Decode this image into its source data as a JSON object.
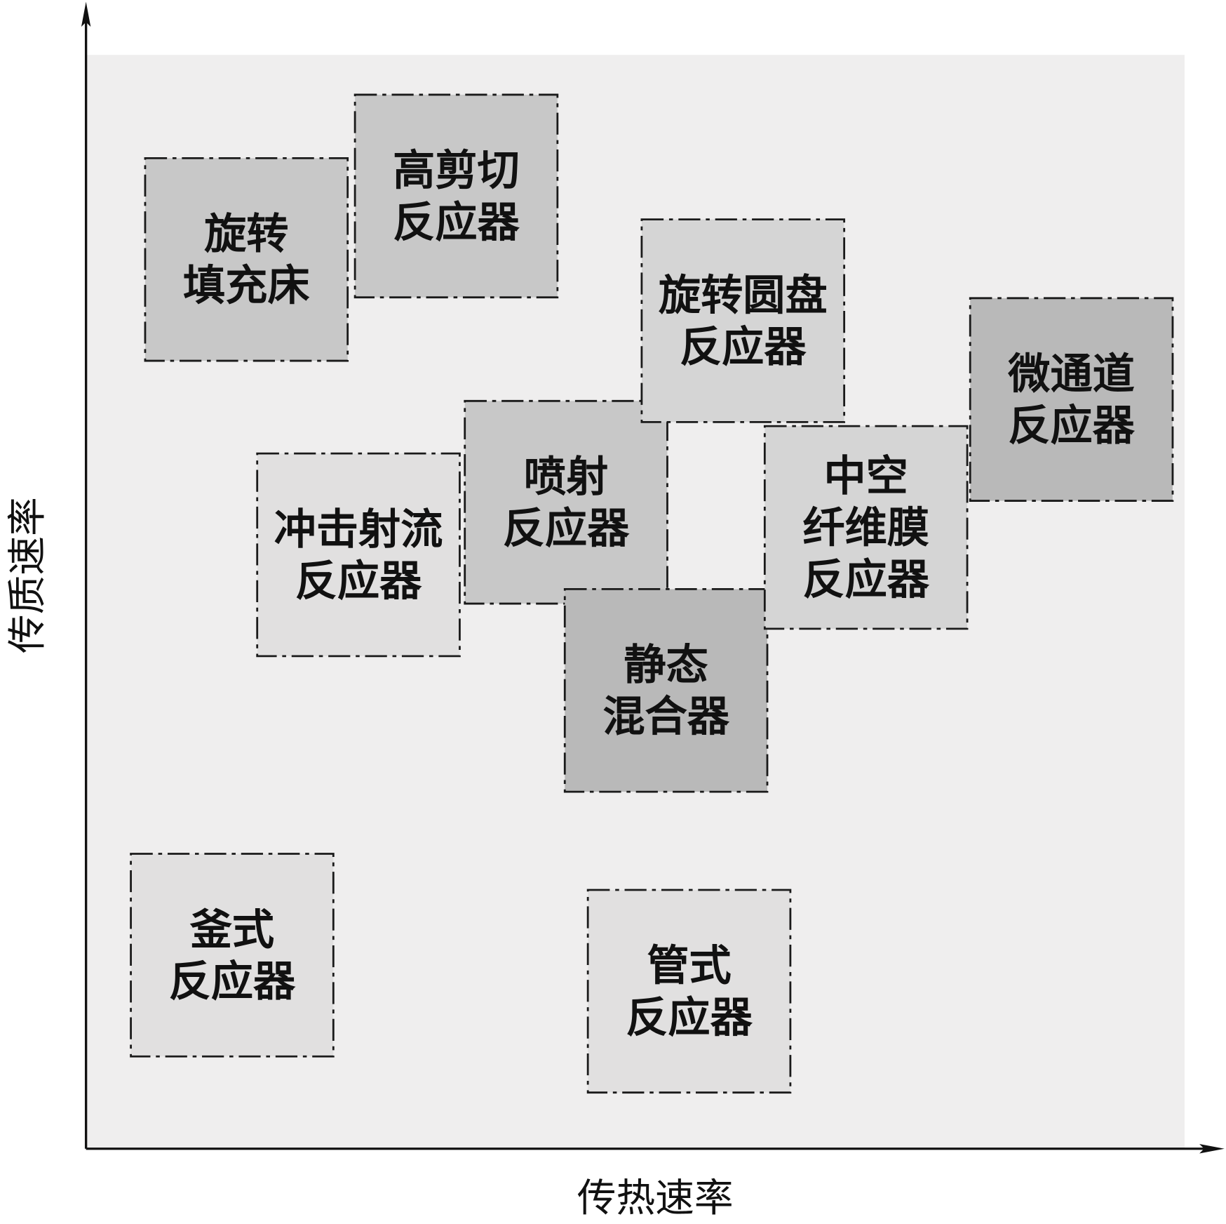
{
  "chart_data": {
    "type": "scatter",
    "title": "",
    "xlabel": "传热速率",
    "ylabel": "传质速率",
    "xlim": [
      0,
      100
    ],
    "ylim": [
      0,
      100
    ],
    "grid": false,
    "colors": {
      "background": "#efeeee",
      "light": "#e1e0e0",
      "medium": "#d5d5d5",
      "dark": "#c8c8c8",
      "darkest": "#b9b9b9",
      "border": "#1a1a1a"
    },
    "items": [
      {
        "id": "kettle",
        "lines": [
          "釜式",
          "反应器"
        ],
        "x": 13.3,
        "y": 17.7,
        "shade": "light"
      },
      {
        "id": "tubular",
        "lines": [
          "管式",
          "反应器"
        ],
        "x": 54.9,
        "y": 14.4,
        "shade": "light"
      },
      {
        "id": "impinging-jet",
        "lines": [
          "冲击射流",
          "反应器"
        ],
        "x": 24.8,
        "y": 54.3,
        "shade": "light"
      },
      {
        "id": "jet",
        "lines": [
          "喷射",
          "反应器"
        ],
        "x": 43.7,
        "y": 59.1,
        "shade": "dark"
      },
      {
        "id": "static-mixer",
        "lines": [
          "静态",
          "混合器"
        ],
        "x": 52.8,
        "y": 41.9,
        "shade": "darkest"
      },
      {
        "id": "hollow-fiber",
        "lines": [
          "中空",
          "纤维膜",
          "反应器"
        ],
        "x": 71.0,
        "y": 56.8,
        "shade": "medium"
      },
      {
        "id": "microchannel",
        "lines": [
          "微通道",
          "反应器"
        ],
        "x": 89.7,
        "y": 68.5,
        "shade": "darkest"
      },
      {
        "id": "rotating-packed-bed",
        "lines": [
          "旋转",
          "填充床"
        ],
        "x": 14.6,
        "y": 81.3,
        "shade": "dark"
      },
      {
        "id": "high-shear",
        "lines": [
          "高剪切",
          "反应器"
        ],
        "x": 33.7,
        "y": 87.1,
        "shade": "dark"
      },
      {
        "id": "spinning-disc",
        "lines": [
          "旋转圆盘",
          "反应器"
        ],
        "x": 59.8,
        "y": 75.7,
        "shade": "medium"
      }
    ]
  }
}
